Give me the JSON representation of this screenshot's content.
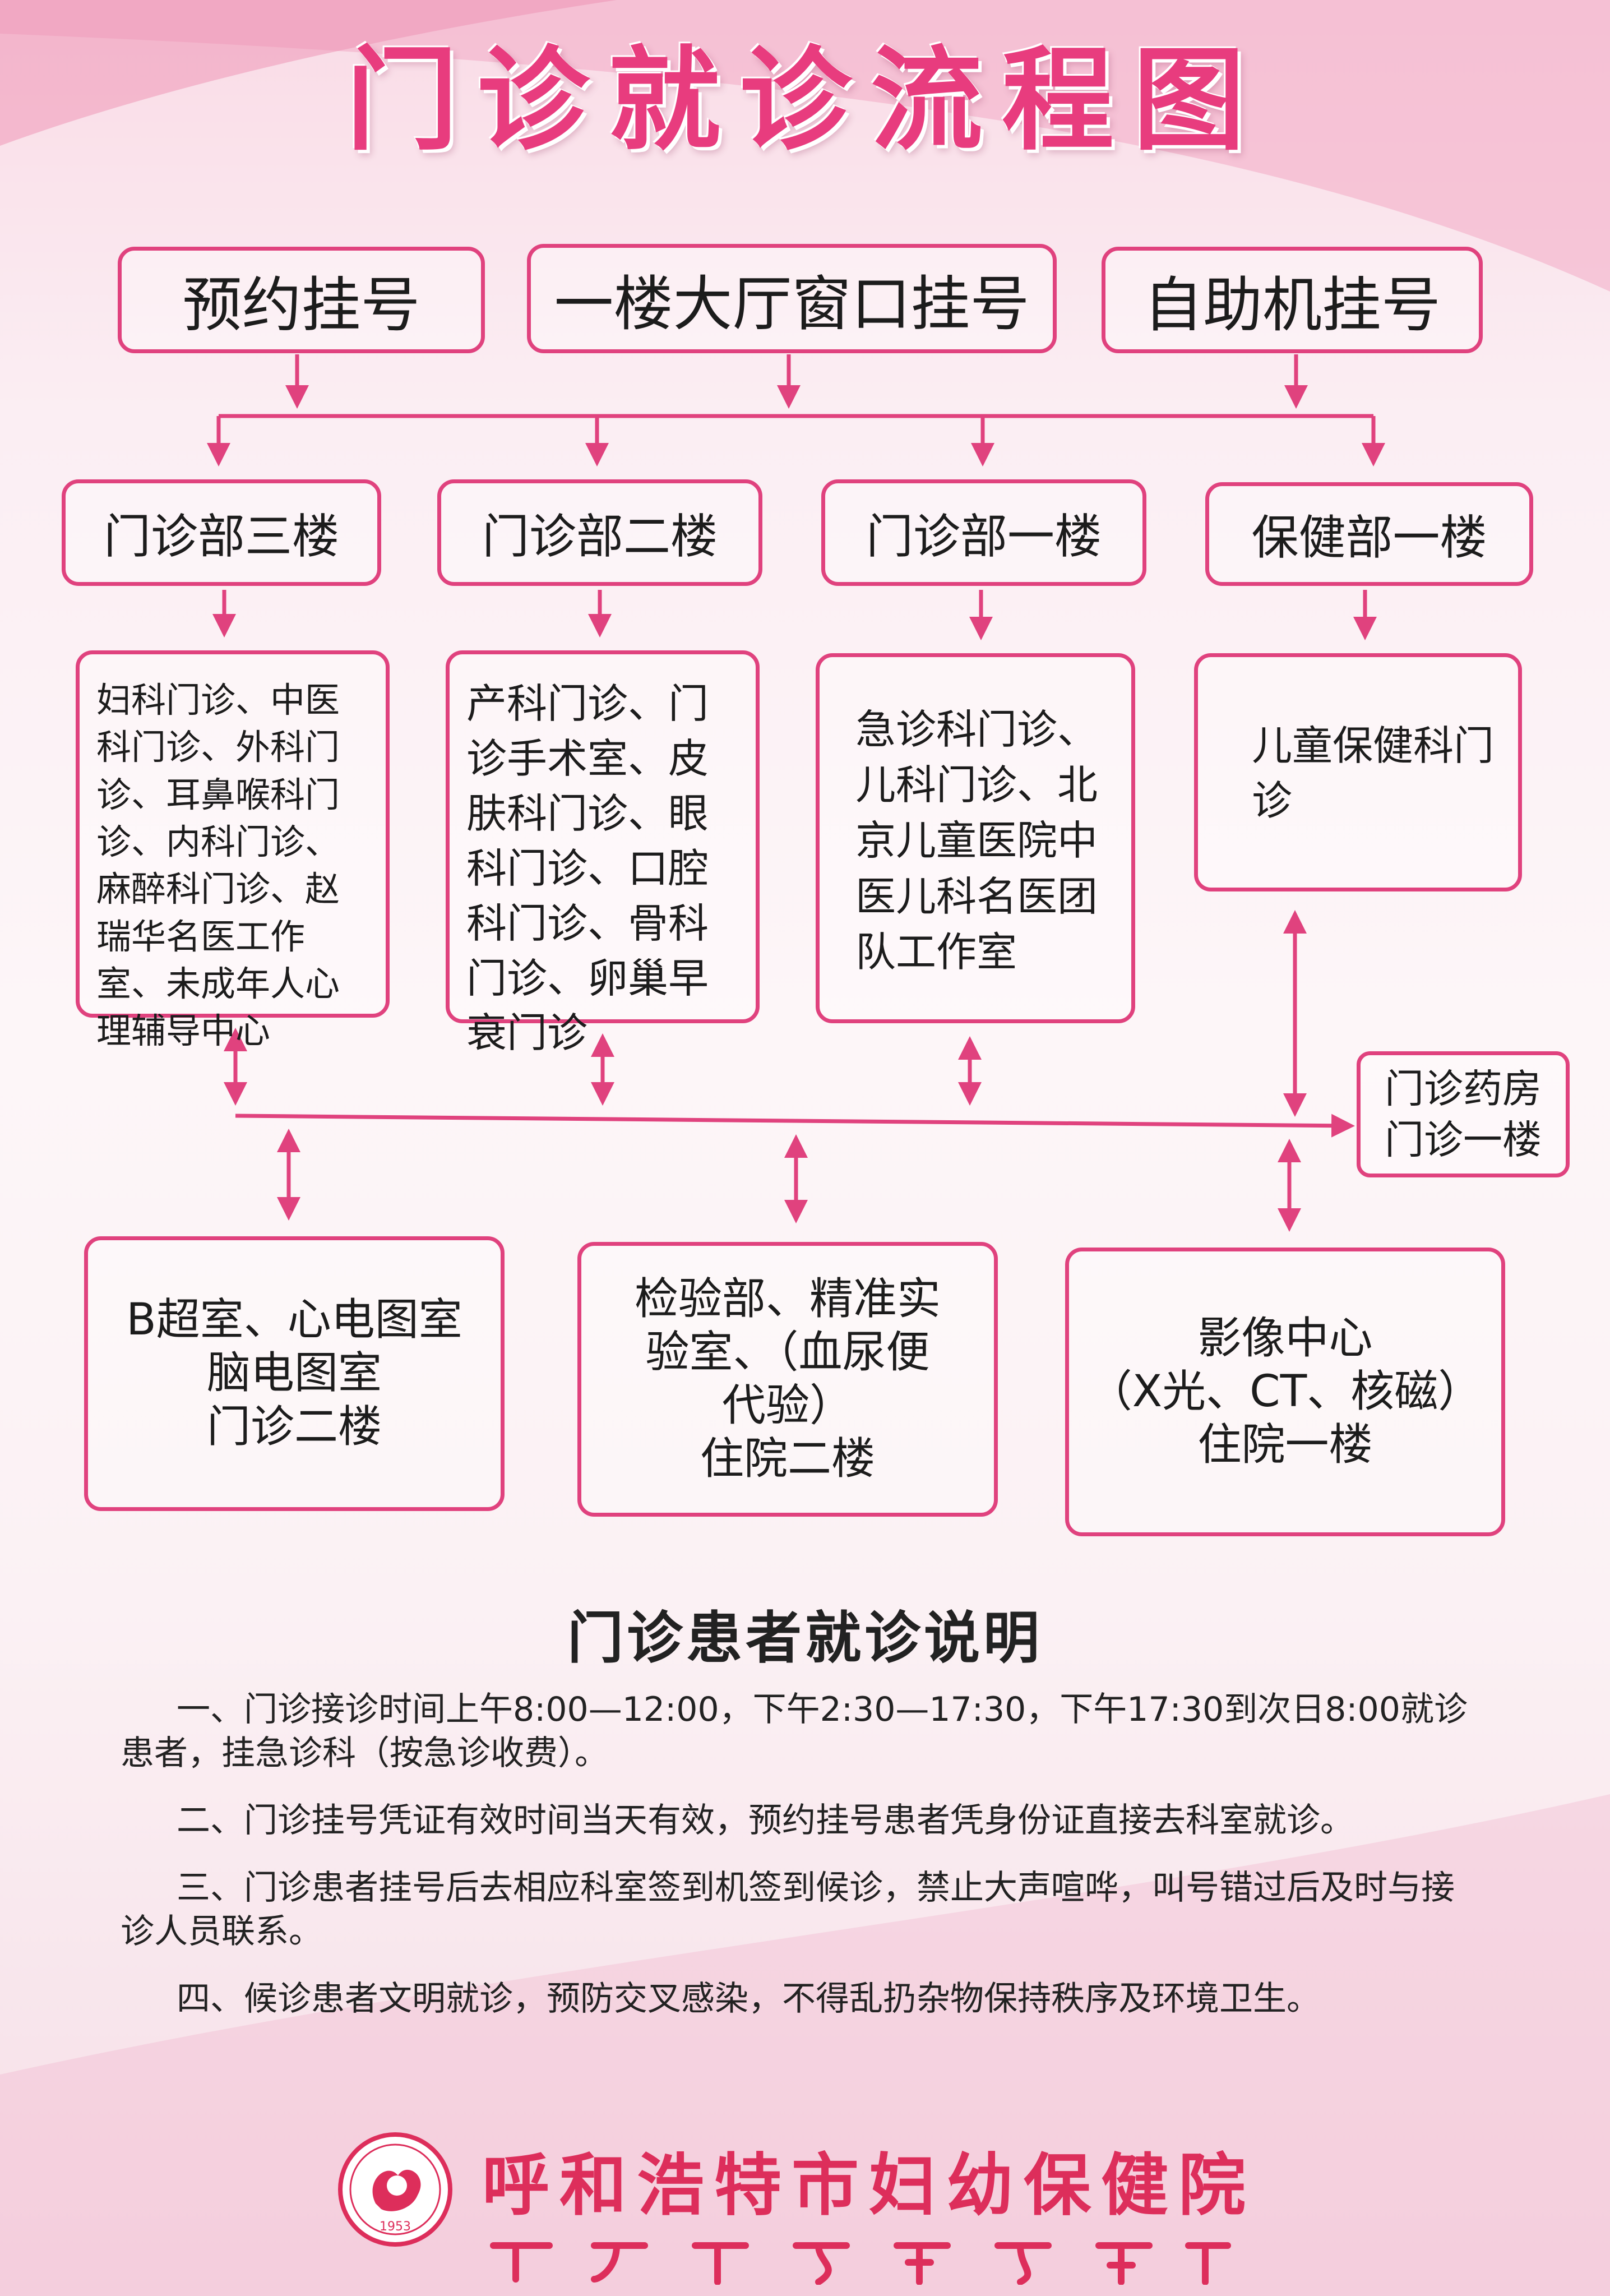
{
  "title": "门诊就诊流程图",
  "registration": [
    {
      "label": "预约挂号"
    },
    {
      "label": "一楼大厅窗口挂号"
    },
    {
      "label": "自助机挂号"
    }
  ],
  "floors": [
    {
      "label": "门诊部三楼"
    },
    {
      "label": "门诊部二楼"
    },
    {
      "label": "门诊部一楼"
    },
    {
      "label": "保健部一楼"
    }
  ],
  "departments": [
    {
      "text": "妇科门诊、中医科门诊、外科门诊、耳鼻喉科门诊、内科门诊、麻醉科门诊、赵瑞华名医工作室、未成年人心理辅导中心"
    },
    {
      "text": "产科门诊、门诊手术室、皮肤科门诊、眼科门诊、口腔科门诊、骨科门诊、卵巢早衰门诊"
    },
    {
      "text": "急诊科门诊、儿科门诊、北京儿童医院中医儿科名医团队工作室"
    },
    {
      "text": "儿童保健科门诊"
    }
  ],
  "pharmacy": {
    "text": "门诊药房\n门诊一楼"
  },
  "services": [
    {
      "text": "B超室、心电图室\n脑电图室\n门诊二楼"
    },
    {
      "text": "检验部、精准实\n验室、（血尿便\n代验）\n住院二楼"
    },
    {
      "text": "影像中心\n（X光、CT、核磁）\n住院一楼"
    }
  ],
  "notes": {
    "title": "门诊患者就诊说明",
    "items": [
      "一、门诊接诊时间上午8:00—12:00，下午2:30—17:30，下午17:30到次日8:00就诊患者，挂急诊科（按急诊收费）。",
      "二、门诊挂号凭证有效时间当天有效，预约挂号患者凭身份证直接去科室就诊。",
      "三、门诊患者挂号后去相应科室签到机签到候诊，禁止大声喧哗，叫号错过后及时与接诊人员联系。",
      "四、候诊患者文明就诊，预防交叉感染，不得乱扔杂物保持秩序及环境卫生。"
    ]
  },
  "hospital": {
    "name": "呼和浩特市妇幼保健院",
    "logo_year": "1953"
  },
  "colors": {
    "accent": "#e0427e",
    "title": "#e83c7e",
    "hospital": "#dd2e5b",
    "text": "#1c1c1c"
  }
}
